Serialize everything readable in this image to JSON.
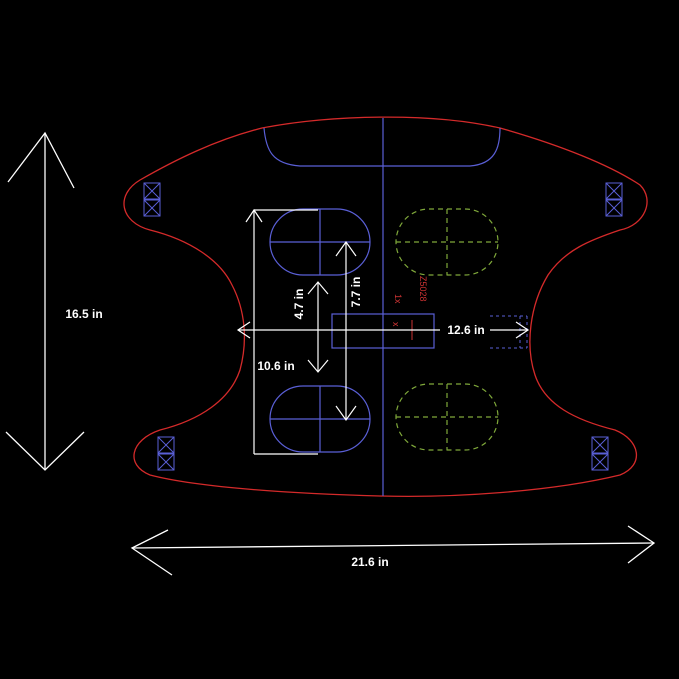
{
  "colors": {
    "background": "#000000",
    "outline": "#d42a2a",
    "blue_lines": "#5a5fd6",
    "dashed_green": "#7fa83a",
    "dimension": "#ffffff",
    "small_text": "#cc3333"
  },
  "dimensions": {
    "height_overall": "16.5 in",
    "width_overall": "21.6 in",
    "inner_height_small": "4.7 in",
    "inner_height_large": "7.7 in",
    "inner_width_left": "10.6 in",
    "inner_width_right": "12.6 in"
  },
  "markings": {
    "code": "Z5028",
    "small_mark": "1x",
    "cross_mark": "x"
  }
}
